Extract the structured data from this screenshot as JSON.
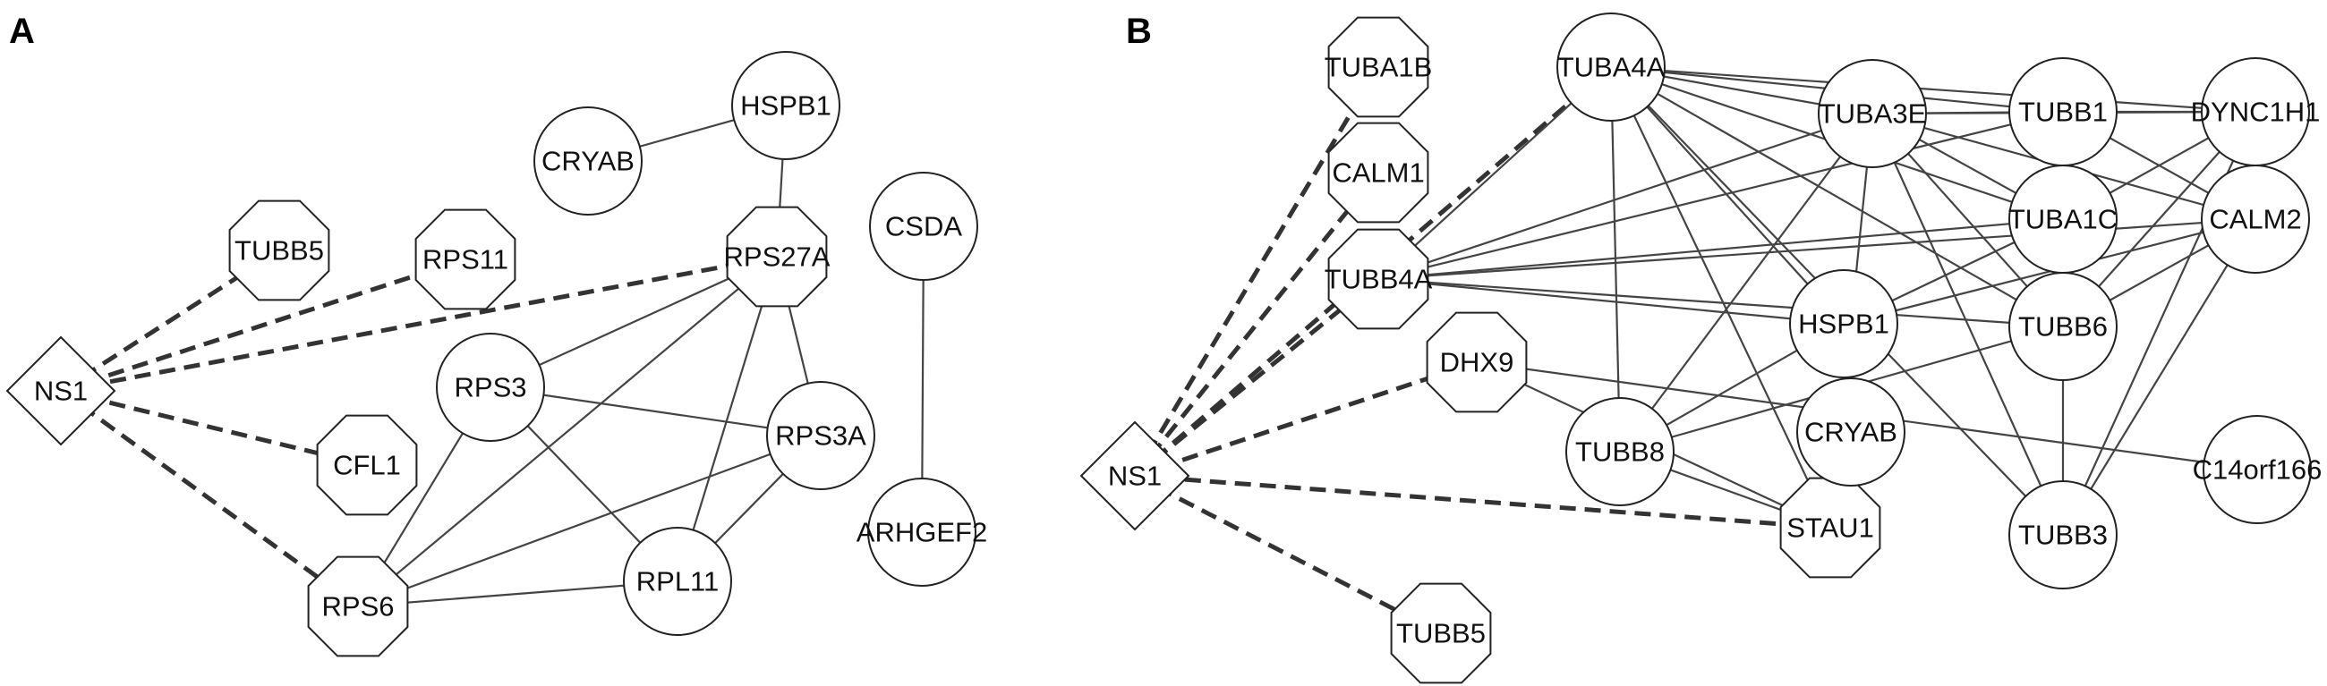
{
  "panels": [
    {
      "id": "A",
      "label": "A",
      "nodes": [
        {
          "id": "NS1",
          "label": "NS1",
          "shape": "diamond"
        },
        {
          "id": "TUBB5",
          "label": "TUBB5",
          "shape": "octagon"
        },
        {
          "id": "RPS11",
          "label": "RPS11",
          "shape": "octagon"
        },
        {
          "id": "CFL1",
          "label": "CFL1",
          "shape": "octagon"
        },
        {
          "id": "RPS6",
          "label": "RPS6",
          "shape": "octagon"
        },
        {
          "id": "RPS27A",
          "label": "RPS27A",
          "shape": "octagon"
        },
        {
          "id": "CRYAB",
          "label": "CRYAB",
          "shape": "circle"
        },
        {
          "id": "HSPB1",
          "label": "HSPB1",
          "shape": "circle"
        },
        {
          "id": "CSDA",
          "label": "CSDA",
          "shape": "circle"
        },
        {
          "id": "RPS3",
          "label": "RPS3",
          "shape": "circle"
        },
        {
          "id": "RPS3A",
          "label": "RPS3A",
          "shape": "circle"
        },
        {
          "id": "RPL11",
          "label": "RPL11",
          "shape": "circle"
        },
        {
          "id": "ARHGEF2",
          "label": "ARHGEF2",
          "shape": "circle"
        }
      ],
      "edges": [
        [
          "NS1",
          "TUBB5",
          "dashed"
        ],
        [
          "NS1",
          "RPS11",
          "dashed"
        ],
        [
          "NS1",
          "RPS27A",
          "dashed"
        ],
        [
          "NS1",
          "CFL1",
          "dashed"
        ],
        [
          "NS1",
          "RPS6",
          "dashed"
        ],
        [
          "CRYAB",
          "HSPB1",
          "solid"
        ],
        [
          "HSPB1",
          "RPS27A",
          "solid"
        ],
        [
          "RPS27A",
          "RPS3",
          "solid"
        ],
        [
          "RPS27A",
          "RPS3A",
          "solid"
        ],
        [
          "RPS27A",
          "RPL11",
          "solid"
        ],
        [
          "RPS27A",
          "RPS6",
          "solid"
        ],
        [
          "RPS3",
          "RPS3A",
          "solid"
        ],
        [
          "RPS3",
          "RPL11",
          "solid"
        ],
        [
          "RPS3",
          "RPS6",
          "solid"
        ],
        [
          "RPS3A",
          "RPL11",
          "solid"
        ],
        [
          "RPS3A",
          "RPS6",
          "solid"
        ],
        [
          "RPL11",
          "RPS6",
          "solid"
        ],
        [
          "CSDA",
          "ARHGEF2",
          "solid"
        ]
      ]
    },
    {
      "id": "B",
      "label": "B",
      "nodes": [
        {
          "id": "NS1",
          "label": "NS1",
          "shape": "diamond"
        },
        {
          "id": "TUBA1B",
          "label": "TUBA1B",
          "shape": "octagon"
        },
        {
          "id": "CALM1",
          "label": "CALM1",
          "shape": "octagon"
        },
        {
          "id": "TUBB4A",
          "label": "TUBB4A",
          "shape": "octagon"
        },
        {
          "id": "DHX9",
          "label": "DHX9",
          "shape": "octagon"
        },
        {
          "id": "STAU1",
          "label": "STAU1",
          "shape": "octagon"
        },
        {
          "id": "TUBB5",
          "label": "TUBB5",
          "shape": "octagon"
        },
        {
          "id": "TUBA4A",
          "label": "TUBA4A",
          "shape": "circle"
        },
        {
          "id": "TUBA3E",
          "label": "TUBA3E",
          "shape": "circle"
        },
        {
          "id": "TUBB1",
          "label": "TUBB1",
          "shape": "circle"
        },
        {
          "id": "DYNC1H1",
          "label": "DYNC1H1",
          "shape": "circle"
        },
        {
          "id": "TUBA1C",
          "label": "TUBA1C",
          "shape": "circle"
        },
        {
          "id": "CALM2",
          "label": "CALM2",
          "shape": "circle"
        },
        {
          "id": "HSPB1",
          "label": "HSPB1",
          "shape": "circle"
        },
        {
          "id": "TUBB6",
          "label": "TUBB6",
          "shape": "circle"
        },
        {
          "id": "TUBB8",
          "label": "TUBB8",
          "shape": "circle"
        },
        {
          "id": "CRYAB",
          "label": "CRYAB",
          "shape": "circle"
        },
        {
          "id": "C14orf166",
          "label": "C14orf166",
          "shape": "circle"
        },
        {
          "id": "TUBB3",
          "label": "TUBB3",
          "shape": "circle"
        }
      ],
      "edges": [
        [
          "NS1",
          "TUBA1B",
          "dashed"
        ],
        [
          "NS1",
          "CALM1",
          "dashed"
        ],
        [
          "NS1",
          "TUBB4A",
          "dashed"
        ],
        [
          "NS1",
          "TUBA4A",
          "dashed"
        ],
        [
          "NS1",
          "DHX9",
          "dashed"
        ],
        [
          "NS1",
          "STAU1",
          "dashed"
        ],
        [
          "NS1",
          "TUBB5",
          "dashed"
        ],
        [
          "TUBA4A",
          "TUBA3E",
          "solid"
        ],
        [
          "TUBA4A",
          "TUBB1",
          "solid"
        ],
        [
          "TUBA4A",
          "DYNC1H1",
          "solid"
        ],
        [
          "TUBA4A",
          "TUBA1C",
          "solid"
        ],
        [
          "TUBA4A",
          "TUBB6",
          "solid"
        ],
        [
          "TUBA4A",
          "HSPB1",
          "solid"
        ],
        [
          "TUBA4A",
          "TUBB8",
          "solid"
        ],
        [
          "TUBA4A",
          "TUBB3",
          "solid"
        ],
        [
          "TUBA4A",
          "STAU1",
          "solid"
        ],
        [
          "TUBA4A",
          "TUBB4A",
          "solid"
        ],
        [
          "TUBA3E",
          "TUBB1",
          "solid"
        ],
        [
          "TUBA3E",
          "DYNC1H1",
          "solid"
        ],
        [
          "TUBA3E",
          "TUBA1C",
          "solid"
        ],
        [
          "TUBA3E",
          "TUBB6",
          "solid"
        ],
        [
          "TUBA3E",
          "TUBB3",
          "solid"
        ],
        [
          "TUBA3E",
          "TUBB8",
          "solid"
        ],
        [
          "TUBA3E",
          "CALM2",
          "solid"
        ],
        [
          "TUBA3E",
          "STAU1",
          "solid"
        ],
        [
          "TUBA3E",
          "TUBB4A",
          "solid"
        ],
        [
          "TUBB1",
          "DYNC1H1",
          "solid"
        ],
        [
          "TUBB1",
          "TUBA1C",
          "solid"
        ],
        [
          "TUBB1",
          "CALM2",
          "solid"
        ],
        [
          "TUBB1",
          "TUBB4A",
          "solid"
        ],
        [
          "DYNC1H1",
          "TUBA1C",
          "solid"
        ],
        [
          "DYNC1H1",
          "TUBB6",
          "solid"
        ],
        [
          "DYNC1H1",
          "TUBB3",
          "solid"
        ],
        [
          "TUBA1C",
          "TUBB6",
          "solid"
        ],
        [
          "TUBA1C",
          "TUBB4A",
          "solid"
        ],
        [
          "TUBA1C",
          "HSPB1",
          "solid"
        ],
        [
          "CALM2",
          "TUBB6",
          "solid"
        ],
        [
          "CALM2",
          "TUBB3",
          "solid"
        ],
        [
          "CALM2",
          "TUBB4A",
          "solid"
        ],
        [
          "CALM2",
          "HSPB1",
          "solid"
        ],
        [
          "TUBB4A",
          "HSPB1",
          "solid"
        ],
        [
          "TUBB4A",
          "TUBB6",
          "solid"
        ],
        [
          "HSPB1",
          "CRYAB",
          "solid"
        ],
        [
          "HSPB1",
          "TUBB8",
          "solid"
        ],
        [
          "TUBB6",
          "TUBB8",
          "solid"
        ],
        [
          "TUBB6",
          "TUBB3",
          "solid"
        ],
        [
          "DHX9",
          "C14orf166",
          "solid"
        ],
        [
          "DHX9",
          "STAU1",
          "solid"
        ],
        [
          "TUBB8",
          "STAU1",
          "solid"
        ]
      ]
    }
  ]
}
